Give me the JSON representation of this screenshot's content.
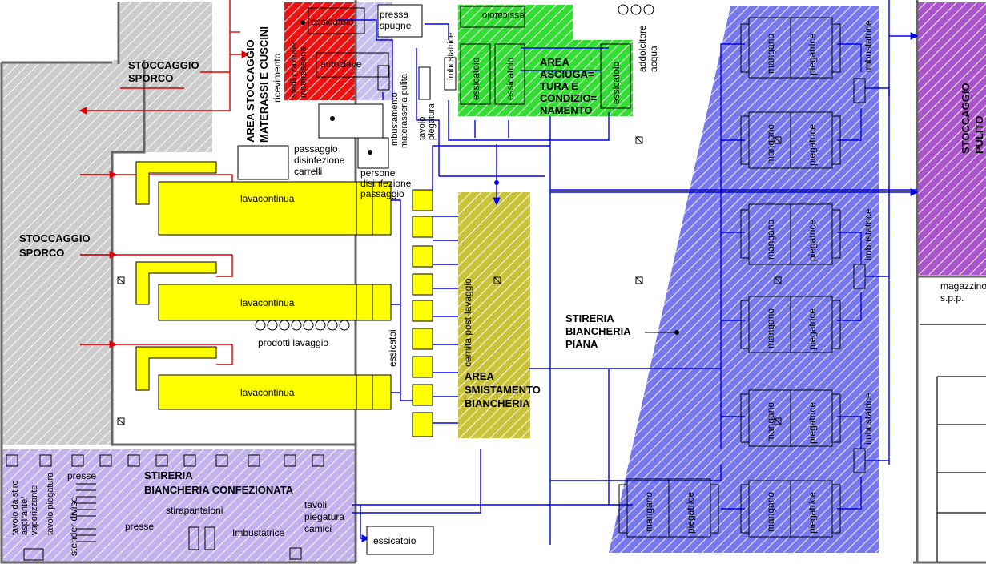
{
  "title": "",
  "areas": {
    "stoccaggio_sporco_top": "STOCCAGGIO\nSPORCO",
    "stoccaggio_sporco_left": "STOCCAGGIO\nSPORCO",
    "area_stoccaggio_materassi": "AREA STOCCAGGIO\nMATERASSI E CUSCINI",
    "area_asciugatura": "AREA\nASCIUGA=\nTURA E\nCONDIZIO=\nNAMENTO",
    "stoccaggio_pulito": "STOCCAGGIO\nPULITO",
    "stireria_piana": "STIRERIA\nBIANCHERIA\nPIANA",
    "area_smistamento": "AREA\nSMISTAMENTO\nBIANCHERIA",
    "stireria_confezionata": "STIRERIA\nBIANCHERIA CONFEZIONATA"
  },
  "labels": {
    "essicatoio": "essicatoio",
    "pressa_spugne": "pressa\nspugne",
    "autoclave": "autoclave",
    "sterilizzazione": "sterilizzazione\nmaterasseria",
    "ricevimento": "ricevimento",
    "imbust_materasseria": "Imbustamento\nmaterasseria pulita",
    "tavolo_piegatura": "tavolo\npiegatura",
    "imbustatrice": "imbustatrice",
    "addolcitore": "addolcitore\nacqua",
    "passaggio_disinfezione": "passaggio\ndisinfezione\ncarrelli",
    "persone_disinfezione": "persone\ndisinfezione\npassaggio",
    "lavacontinua": "lavacontinua",
    "prodotti_lavaggio": "prodotti lavaggio",
    "essicatoi": "essicatoi",
    "cernita": "cernita post-lavaggio",
    "mangano": "mangano",
    "piegatrice": "piegatrice",
    "magazzino": "magazzino\ns.p.p.",
    "tavolo_stiro": "tavolo da stiro\naspirante/\nvaporizzante",
    "tavolo_piegatura_sm": "tavolo piegatura",
    "presse": "presse",
    "stender_divise": "stender divise",
    "stirapantaloni": "stirapantaloni",
    "imbustatrice_cap": "Imbustatrice",
    "tavoli_piegatura_camici": "tavoli\npiegatura\ncamici"
  },
  "colors": {
    "grey_area": "#cccccc",
    "red_area": "#ee1111",
    "green_area": "#33dd33",
    "blue_area": "#7777ee",
    "purple_area": "#aa55cc",
    "lilac_area": "#c2b2ee",
    "olive_area": "#c9c33a",
    "yellow_machine": "#ffff00",
    "flow_line": "#0000ee",
    "dirty_flow": "#e00000"
  }
}
